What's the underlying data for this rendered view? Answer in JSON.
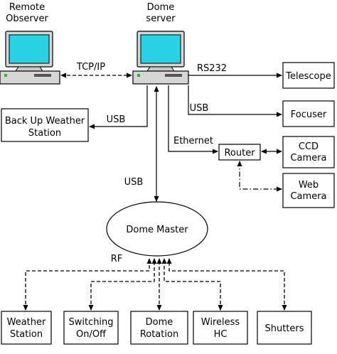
{
  "computers": {
    "remote_observer": [
      "Remote",
      "Observer"
    ],
    "dome_server": [
      "Dome",
      "server"
    ]
  },
  "devices": {
    "telescope": "Telescope",
    "focuser": "Focuser",
    "ccd_camera": [
      "CCD",
      "Camera"
    ],
    "web_camera": [
      "Web",
      "Camera"
    ],
    "backup_weather_station": [
      "Back Up Weather",
      "Station"
    ],
    "router": "Router",
    "dome_master": "Dome Master"
  },
  "bottom_devices": [
    [
      "Weather",
      "Station"
    ],
    [
      "Switching",
      "On/Off"
    ],
    [
      "Dome",
      "Rotation"
    ],
    [
      "Wireless",
      "HC"
    ],
    [
      "Shutters"
    ]
  ],
  "link_labels": {
    "tcpip": "TCP/IP",
    "rs232": "RS232",
    "usb_focuser": "USB",
    "usb_weather": "USB",
    "ethernet": "Ethernet",
    "usb_dome": "USB",
    "rf": "RF"
  },
  "colors": {
    "monitor_screen": "#29d3e6",
    "power_led": "#22bb22",
    "lines": "#000000"
  }
}
